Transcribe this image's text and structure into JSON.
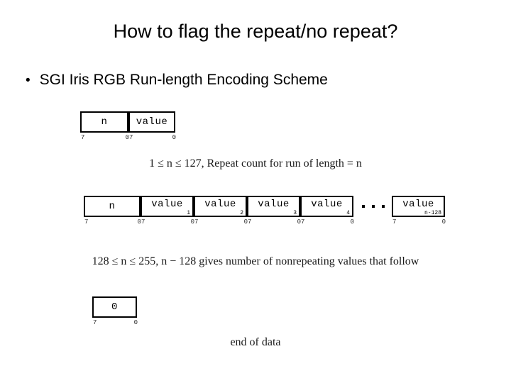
{
  "slide": {
    "title": "How to flag the repeat/no repeat?",
    "bullet_marker": "•",
    "bullet_text": "SGI Iris RGB Run-length Encoding Scheme"
  },
  "figure": {
    "rows": [
      {
        "id": "row-1",
        "cells": [
          {
            "label": "n",
            "subscript": "",
            "bit_high": "7",
            "bit_low": "0",
            "width": 68
          },
          {
            "label": "value",
            "subscript": "",
            "bit_high": "7",
            "bit_low": "0",
            "width": 66
          }
        ],
        "ellipsis": ""
      },
      {
        "id": "row-2",
        "cells": [
          {
            "label": "n",
            "subscript": "",
            "bit_high": "7",
            "bit_low": "0",
            "width": 80
          },
          {
            "label": "value",
            "subscript": "1",
            "bit_high": "7",
            "bit_low": "0",
            "width": 75
          },
          {
            "label": "value",
            "subscript": "2",
            "bit_high": "7",
            "bit_low": "0",
            "width": 75
          },
          {
            "label": "value",
            "subscript": "3",
            "bit_high": "7",
            "bit_low": "0",
            "width": 75
          },
          {
            "label": "value",
            "subscript": "4",
            "bit_high": "7",
            "bit_low": "0",
            "width": 75
          }
        ],
        "ellipsis": "• • •",
        "tail_cell": {
          "label": "value",
          "subscript": "n-128",
          "bit_high": "7",
          "bit_low": "0",
          "width": 75
        }
      },
      {
        "id": "row-3",
        "cells": [
          {
            "label": "0",
            "subscript": "",
            "bit_high": "7",
            "bit_low": "0",
            "width": 63
          }
        ],
        "ellipsis": ""
      }
    ],
    "captions": {
      "caption_1": "1 ≤ n ≤ 127, Repeat count for run of length = n",
      "caption_2": "128 ≤ n ≤ 255, n − 128 gives number of nonrepeating values that follow",
      "caption_3": "end of data"
    }
  }
}
